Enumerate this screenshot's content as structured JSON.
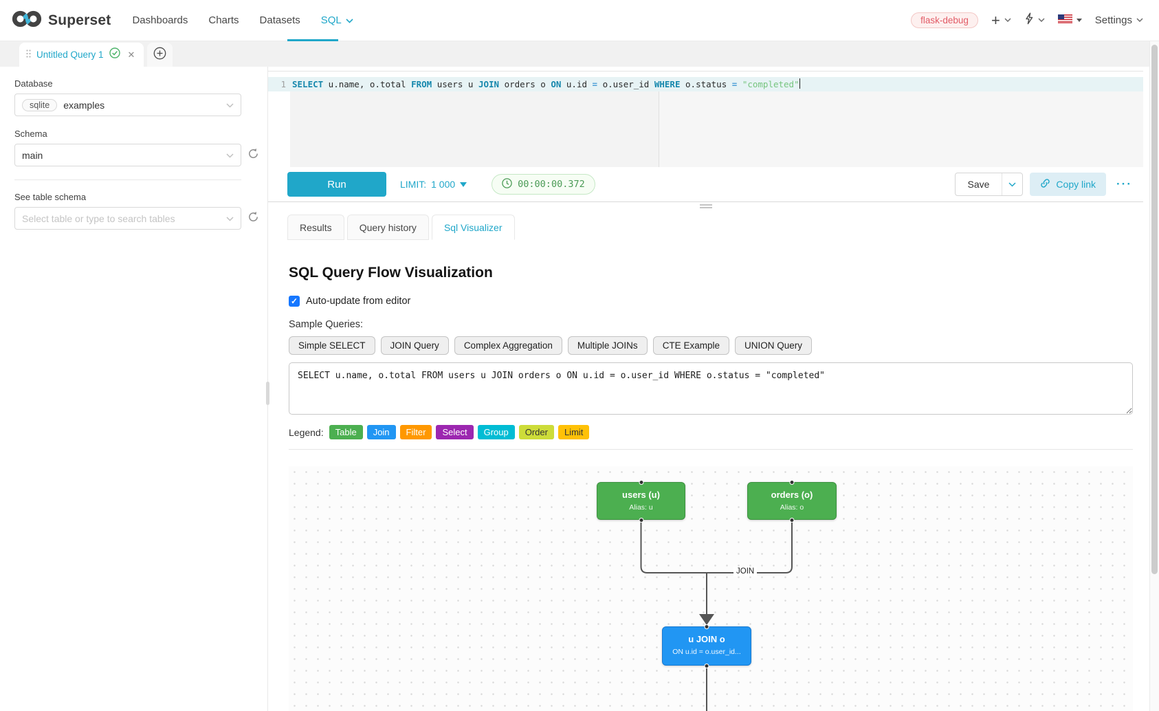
{
  "colors": {
    "accent": "#20a7c9",
    "success_green": "#4caf50",
    "node_green": "#4caf50",
    "node_blue": "#2196f3"
  },
  "navbar": {
    "brand": "Superset",
    "items": [
      {
        "label": "Dashboards"
      },
      {
        "label": "Charts"
      },
      {
        "label": "Datasets"
      },
      {
        "label": "SQL"
      }
    ],
    "env_badge": "flask-debug",
    "settings_label": "Settings"
  },
  "tabbar": {
    "active_tab": "Untitled Query 1",
    "close_glyph": "✕"
  },
  "sidebar": {
    "database_label": "Database",
    "database_tag": "sqlite",
    "database_value": "examples",
    "schema_label": "Schema",
    "schema_value": "main",
    "table_label": "See table schema",
    "table_placeholder": "Select table or type to search tables"
  },
  "editor": {
    "line_number": "1",
    "tokens": [
      {
        "c": "kw",
        "v": "SELECT"
      },
      {
        "c": "t",
        "v": " u.name, o.total "
      },
      {
        "c": "kw",
        "v": "FROM"
      },
      {
        "c": "t",
        "v": " users u "
      },
      {
        "c": "kw",
        "v": "JOIN"
      },
      {
        "c": "t",
        "v": " orders o "
      },
      {
        "c": "kw",
        "v": "ON"
      },
      {
        "c": "t",
        "v": " u.id "
      },
      {
        "c": "op",
        "v": "="
      },
      {
        "c": "t",
        "v": " o.user_id "
      },
      {
        "c": "kw",
        "v": "WHERE"
      },
      {
        "c": "t",
        "v": " o.status "
      },
      {
        "c": "op",
        "v": "="
      },
      {
        "c": "t",
        "v": " "
      },
      {
        "c": "str",
        "v": "\"completed\""
      }
    ]
  },
  "toolbar": {
    "run_label": "Run",
    "limit_label": "LIMIT:",
    "limit_value": "1 000",
    "timer": "00:00:00.372",
    "save_label": "Save",
    "copy_link_label": "Copy link",
    "more_glyph": "···"
  },
  "result_tabs": [
    {
      "label": "Results"
    },
    {
      "label": "Query history"
    },
    {
      "label": "Sql Visualizer"
    }
  ],
  "visualizer": {
    "title": "SQL Query Flow Visualization",
    "auto_update_label": "Auto-update from editor",
    "sample_queries_label": "Sample Queries:",
    "sample_buttons": [
      "Simple SELECT",
      "JOIN Query",
      "Complex Aggregation",
      "Multiple JOINs",
      "CTE Example",
      "UNION Query"
    ],
    "query_text": "SELECT u.name, o.total FROM users u JOIN orders o ON u.id = o.user_id WHERE o.status = \"completed\"",
    "legend_label": "Legend:",
    "legend_tags": [
      {
        "label": "Table",
        "color": "#4caf50",
        "text": "#ffffff"
      },
      {
        "label": "Join",
        "color": "#2196f3",
        "text": "#ffffff"
      },
      {
        "label": "Filter",
        "color": "#ff9800",
        "text": "#ffffff"
      },
      {
        "label": "Select",
        "color": "#9c27b0",
        "text": "#ffffff"
      },
      {
        "label": "Group",
        "color": "#00bcd4",
        "text": "#ffffff"
      },
      {
        "label": "Order",
        "color": "#cddc39",
        "text": "#333333"
      },
      {
        "label": "Limit",
        "color": "#ffc107",
        "text": "#333333"
      }
    ],
    "flow": {
      "edge_label": "JOIN",
      "nodes": [
        {
          "title": "users (u)",
          "subtitle": "Alias: u",
          "color": "#4caf50",
          "border": "#3d9140"
        },
        {
          "title": "orders (o)",
          "subtitle": "Alias: o",
          "color": "#4caf50",
          "border": "#3d9140"
        },
        {
          "title": "u JOIN o",
          "subtitle": "ON u.id = o.user_id...",
          "color": "#2196f3",
          "border": "#1679d2"
        }
      ]
    }
  }
}
